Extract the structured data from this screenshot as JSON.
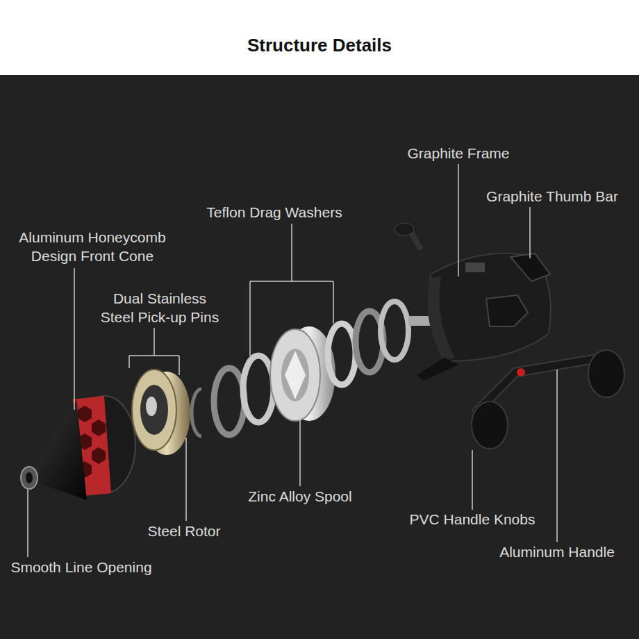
{
  "diagram": {
    "title": "Structure Details",
    "labels": [
      "Graphite Frame",
      "Graphite Thumb Bar",
      "Teflon Drag Washers",
      "Aluminum Honeycomb Design Front Cone",
      "Dual Stainless Steel Pick-up Pins",
      "Zinc Alloy Spool",
      "PVC Handle Knobs",
      "Steel Rotor",
      "Aluminum Handle",
      "Smooth Line Opening"
    ]
  }
}
